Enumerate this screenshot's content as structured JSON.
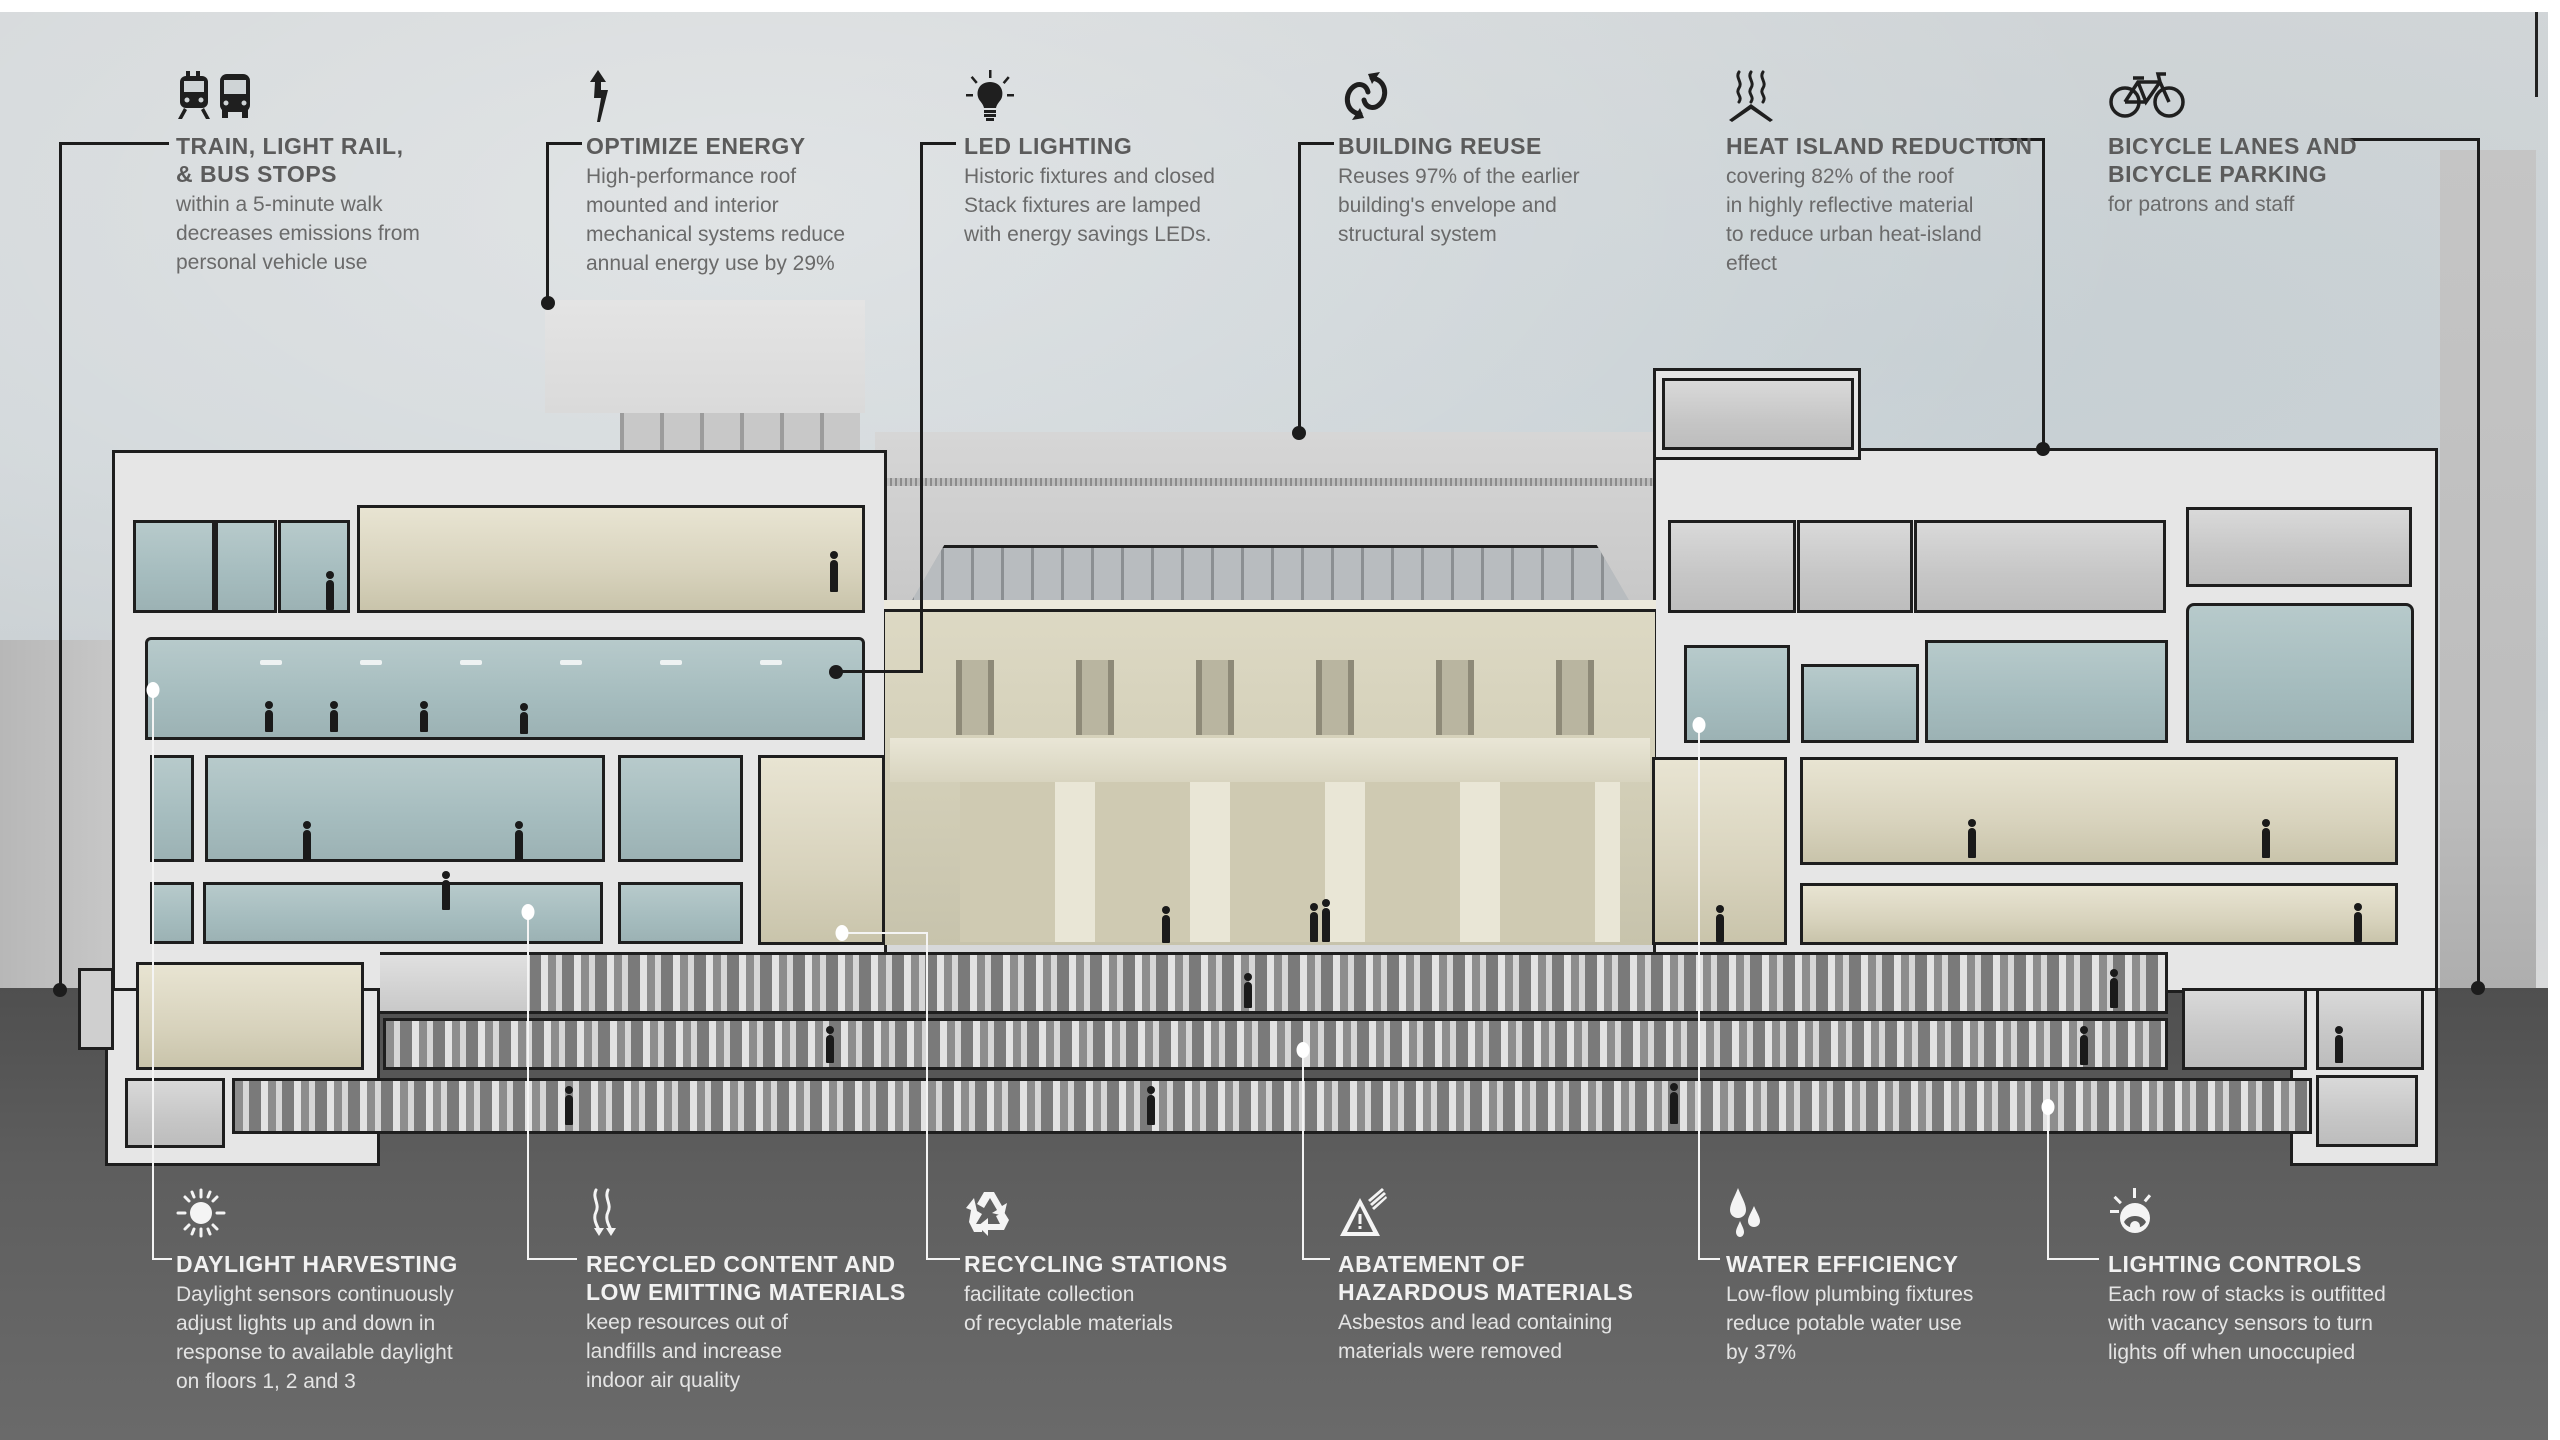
{
  "diagram": {
    "type": "architectural section — sustainability features",
    "colors": {
      "sky": "#d0d5d8",
      "ground": "#5e5e5e",
      "section_cut": "#e6e6e6",
      "teal_rooms": "#a5bcbe",
      "cream_rooms": "#d8d3bd",
      "top_text": "#5b5b5b",
      "bottom_text": "#f2f2f2"
    }
  },
  "top_callouts": [
    {
      "icon": "train-and-bus-icon",
      "title_lines": [
        "TRAIN, LIGHT RAIL,",
        "& BUS STOPS"
      ],
      "body_lines": [
        "within a 5-minute walk",
        "decreases emissions from",
        "personal vehicle use"
      ]
    },
    {
      "icon": "lightning-bolt-icon",
      "title_lines": [
        "OPTIMIZE ENERGY"
      ],
      "body_lines": [
        "High-performance roof",
        "mounted and interior",
        "mechanical systems reduce",
        "annual energy use by 29%"
      ]
    },
    {
      "icon": "light-bulb-icon",
      "title_lines": [
        "LED LIGHTING"
      ],
      "body_lines": [
        "Historic fixtures and closed",
        "Stack fixtures are lamped",
        "with energy savings LEDs."
      ]
    },
    {
      "icon": "reuse-arrows-icon",
      "title_lines": [
        "BUILDING REUSE"
      ],
      "body_lines": [
        "Reuses 97% of the earlier",
        "building's envelope and",
        "structural system"
      ]
    },
    {
      "icon": "heat-waves-icon",
      "title_lines": [
        "HEAT ISLAND REDUCTION"
      ],
      "body_lines": [
        "covering 82% of the roof",
        "in highly reflective material",
        "to reduce urban heat-island",
        "effect"
      ]
    },
    {
      "icon": "bicycle-icon",
      "title_lines": [
        "BICYCLE LANES AND",
        "BICYCLE PARKING"
      ],
      "body_lines": [
        "for patrons and staff"
      ]
    }
  ],
  "bottom_callouts": [
    {
      "icon": "sun-icon",
      "title_lines": [
        "DAYLIGHT HARVESTING"
      ],
      "body_lines": [
        "Daylight sensors continuously",
        "adjust lights up and down in",
        "response to available daylight",
        "on floors 1, 2 and 3"
      ]
    },
    {
      "icon": "emissions-arrows-icon",
      "title_lines": [
        "RECYCLED CONTENT AND",
        "LOW EMITTING MATERIALS"
      ],
      "body_lines": [
        "keep resources out of",
        "landfills and increase",
        "indoor air quality"
      ]
    },
    {
      "icon": "recycle-icon",
      "title_lines": [
        "RECYCLING STATIONS"
      ],
      "body_lines": [
        "facilitate collection",
        "of recyclable materials"
      ]
    },
    {
      "icon": "hazard-warning-icon",
      "title_lines": [
        "ABATEMENT OF",
        "HAZARDOUS MATERIALS"
      ],
      "body_lines": [
        "Asbestos and lead containing",
        "materials were removed"
      ]
    },
    {
      "icon": "water-drops-icon",
      "title_lines": [
        "WATER EFFICIENCY"
      ],
      "body_lines": [
        "Low-flow plumbing fixtures",
        "reduce potable water use",
        "by 37%"
      ]
    },
    {
      "icon": "motion-sensor-icon",
      "title_lines": [
        "LIGHTING CONTROLS"
      ],
      "body_lines": [
        "Each row of stacks is outfitted",
        "with vacancy sensors to turn",
        "lights off when unoccupied"
      ]
    }
  ]
}
